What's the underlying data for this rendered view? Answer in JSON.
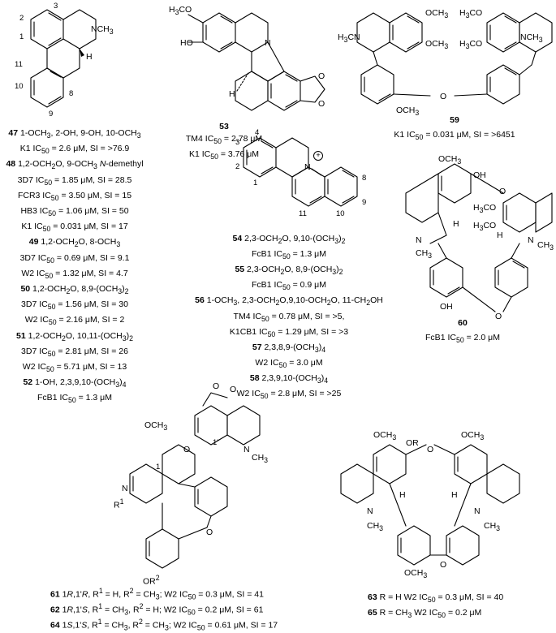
{
  "s47": {
    "numbers": {
      "n3": "3",
      "n2": "2",
      "n1": "1",
      "n11": "11",
      "n10": "10",
      "n9": "9",
      "n8": "8"
    },
    "nch3": "NCH",
    "nch3_sub": "3",
    "h": "H"
  },
  "left_list": [
    {
      "html": "<b>47</b> 1-OCH<sub>3</sub>, 2-OH, 9-OH, 10-OCH<sub>3</sub>"
    },
    {
      "html": "K1 IC<sub>50</sub> = 2.6 μM, SI = &gt;76.9"
    },
    {
      "html": "<b>48</b> 1,2-OCH<sub>2</sub>O, 9-OCH<sub>3</sub> <i>N</i>-demethyl"
    },
    {
      "html": "3D7 IC<sub>50</sub> = 1.85 μM, SI = 28.5"
    },
    {
      "html": "FCR3 IC<sub>50</sub> = 3.50 μM, SI = 15"
    },
    {
      "html": "HB3 IC<sub>50</sub> = 1.06 μM, SI = 50"
    },
    {
      "html": "K1 IC<sub>50</sub> = 0.031 μM, SI = 17"
    },
    {
      "html": "<b>49</b> 1,2-OCH<sub>2</sub>O, 8-OCH<sub>3</sub>"
    },
    {
      "html": "3D7 IC<sub>50</sub> = 0.69 μM, SI = 9.1"
    },
    {
      "html": "W2 IC<sub>50</sub> = 1.32 μM, SI = 4.7"
    },
    {
      "html": "<b>50</b> 1,2-OCH<sub>2</sub>O, 8,9-(OCH<sub>3</sub>)<sub>2</sub>"
    },
    {
      "html": "3D7 IC<sub>50</sub> = 1.56 μM, SI = 30"
    },
    {
      "html": "W2 IC<sub>50</sub> = 2.16 μM, SI = 2"
    },
    {
      "html": "<b>51</b> 1,2-OCH<sub>2</sub>O, 10,11-(OCH<sub>3</sub>)<sub>2</sub>"
    },
    {
      "html": "3D7 IC<sub>50</sub> = 2.81 μM, SI = 26"
    },
    {
      "html": "W2 IC<sub>50</sub> = 5.71 μM, SI = 13"
    },
    {
      "html": "<b>52</b> 1-OH, 2,3,9,10-(OCH<sub>3</sub>)<sub>4</sub>"
    },
    {
      "html": "FcB1 IC<sub>50</sub> = 1.3 μM"
    }
  ],
  "s53": {
    "h3co": "H<sub>3</sub>CO",
    "ho": "HO",
    "n": "N",
    "h": "H",
    "o1": "O",
    "o2": "O",
    "label": "53",
    "line1": "TM4 IC<sub>50</sub> = 2.78 μM",
    "line2": "K1 IC<sub>50</sub> = 3.76 μM"
  },
  "s59": {
    "och3_a": "OCH<sub>3</sub>",
    "och3_b": "OCH<sub>3</sub>",
    "h3co_a": "H<sub>3</sub>CO",
    "h3co_b": "H<sub>3</sub>CO",
    "h3cn": "H<sub>3</sub>CN",
    "nch3": "NCH<sub>3</sub>",
    "o": "O",
    "och3_c": "OCH<sub>3</sub>",
    "label": "59",
    "line1": "K1 IC<sub>50</sub> = 0.031 μM, SI = &gt;6451"
  },
  "s54": {
    "numbers": {
      "n4": "4",
      "n3": "3",
      "n2": "2",
      "n1": "1",
      "n11": "11",
      "n10": "10",
      "n9": "9",
      "n8": "8"
    },
    "n": "N",
    "plus": "+"
  },
  "mid_list": [
    {
      "html": "<b>54</b> 2,3-OCH<sub>2</sub>O, 9,10-(OCH<sub>3</sub>)<sub>2</sub>"
    },
    {
      "html": "FcB1 IC<sub>50</sub> = 1.3 μM"
    },
    {
      "html": "<b>55</b> 2,3-OCH<sub>2</sub>O, 8,9-(OCH<sub>3</sub>)<sub>2</sub>"
    },
    {
      "html": "FcB1 IC<sub>50</sub> = 0.9 μM"
    },
    {
      "html": "<b>56</b> 1-OCH<sub>3</sub>, 2,3-OCH<sub>2</sub>O,9,10-OCH<sub>2</sub>O, 11-CH<sub>2</sub>OH"
    },
    {
      "html": "TM4 IC<sub>50</sub> = 0.78 μM, SI = &gt;5,"
    },
    {
      "html": "K1CB1 IC<sub>50</sub> = 1.29 μM, SI = &gt;3"
    },
    {
      "html": "<b>57</b> 2,3,8,9-(OCH<sub>3</sub>)<sub>4</sub>"
    },
    {
      "html": "W2 IC<sub>50</sub> = 3.0 μM"
    },
    {
      "html": "<b>58</b> 2,3,9,10-(OCH<sub>3</sub>)<sub>4</sub>"
    },
    {
      "html": "W2 IC<sub>50</sub> = 2.8 μM, SI = &gt;25"
    }
  ],
  "s60": {
    "och3": "OCH<sub>3</sub>",
    "oh1": "OH",
    "o1": "O",
    "h3co1": "H<sub>3</sub>CO",
    "h3co2": "H<sub>3</sub>CO",
    "h1": "H",
    "h2": "H",
    "n1": "N",
    "ch3a": "CH<sub>3</sub>",
    "n2": "N",
    "ch3b": "CH<sub>3</sub>",
    "oh2": "OH",
    "o2": "O",
    "label": "60",
    "line1": "FcB1 IC<sub>50</sub> = 2.0 μM"
  },
  "s61": {
    "och3": "OCH<sub>3</sub>",
    "o_a": "O",
    "o_b": "O",
    "o_c": "O",
    "one_prime": "1'",
    "one": "1",
    "n1": "N",
    "r1": "R<sup>1</sup>",
    "n2": "N",
    "ch3": "CH<sub>3</sub>",
    "o_d": "O",
    "or2": "OR<sup>2</sup>"
  },
  "bottom_left_list": [
    {
      "html": "<b>61</b> 1<i>R</i>,1'<i>R</i>, R<sup>1</sup> = H, R<sup>2</sup> = CH<sub>3</sub>; W2 IC<sub>50</sub> = 0.3 μM, SI = 41"
    },
    {
      "html": "<b>62</b> 1<i>R</i>,1'<i>S</i>, R<sup>1</sup> = CH<sub>3</sub>, R<sup>2</sup> = H; W2 IC<sub>50</sub> = 0.2 μM, SI = 61"
    },
    {
      "html": "<b>64</b> 1<i>S</i>,1'<i>S</i>, R<sup>1</sup> = CH<sub>3</sub>, R<sup>2</sup> = CH<sub>3</sub>; W2 IC<sub>50</sub> = 0.61 μM, SI = 17"
    }
  ],
  "s63": {
    "och3_a": "OCH<sub>3</sub>",
    "or": "OR",
    "o": "O",
    "och3_b": "OCH<sub>3</sub>",
    "h1": "H",
    "h2": "H",
    "n1": "N",
    "ch3a": "CH<sub>3</sub>",
    "n2": "N",
    "ch3b": "CH<sub>3</sub>",
    "och3_c": "OCH<sub>3</sub>",
    "o2": "O"
  },
  "bottom_right_list": [
    {
      "html": "<b>63</b> R = H  W2 IC<sub>50</sub> = 0.3 μM, SI = 40"
    },
    {
      "html": "<b>65</b> R = CH<sub>3</sub>  W2 IC<sub>50</sub> = 0.2 μM"
    }
  ]
}
